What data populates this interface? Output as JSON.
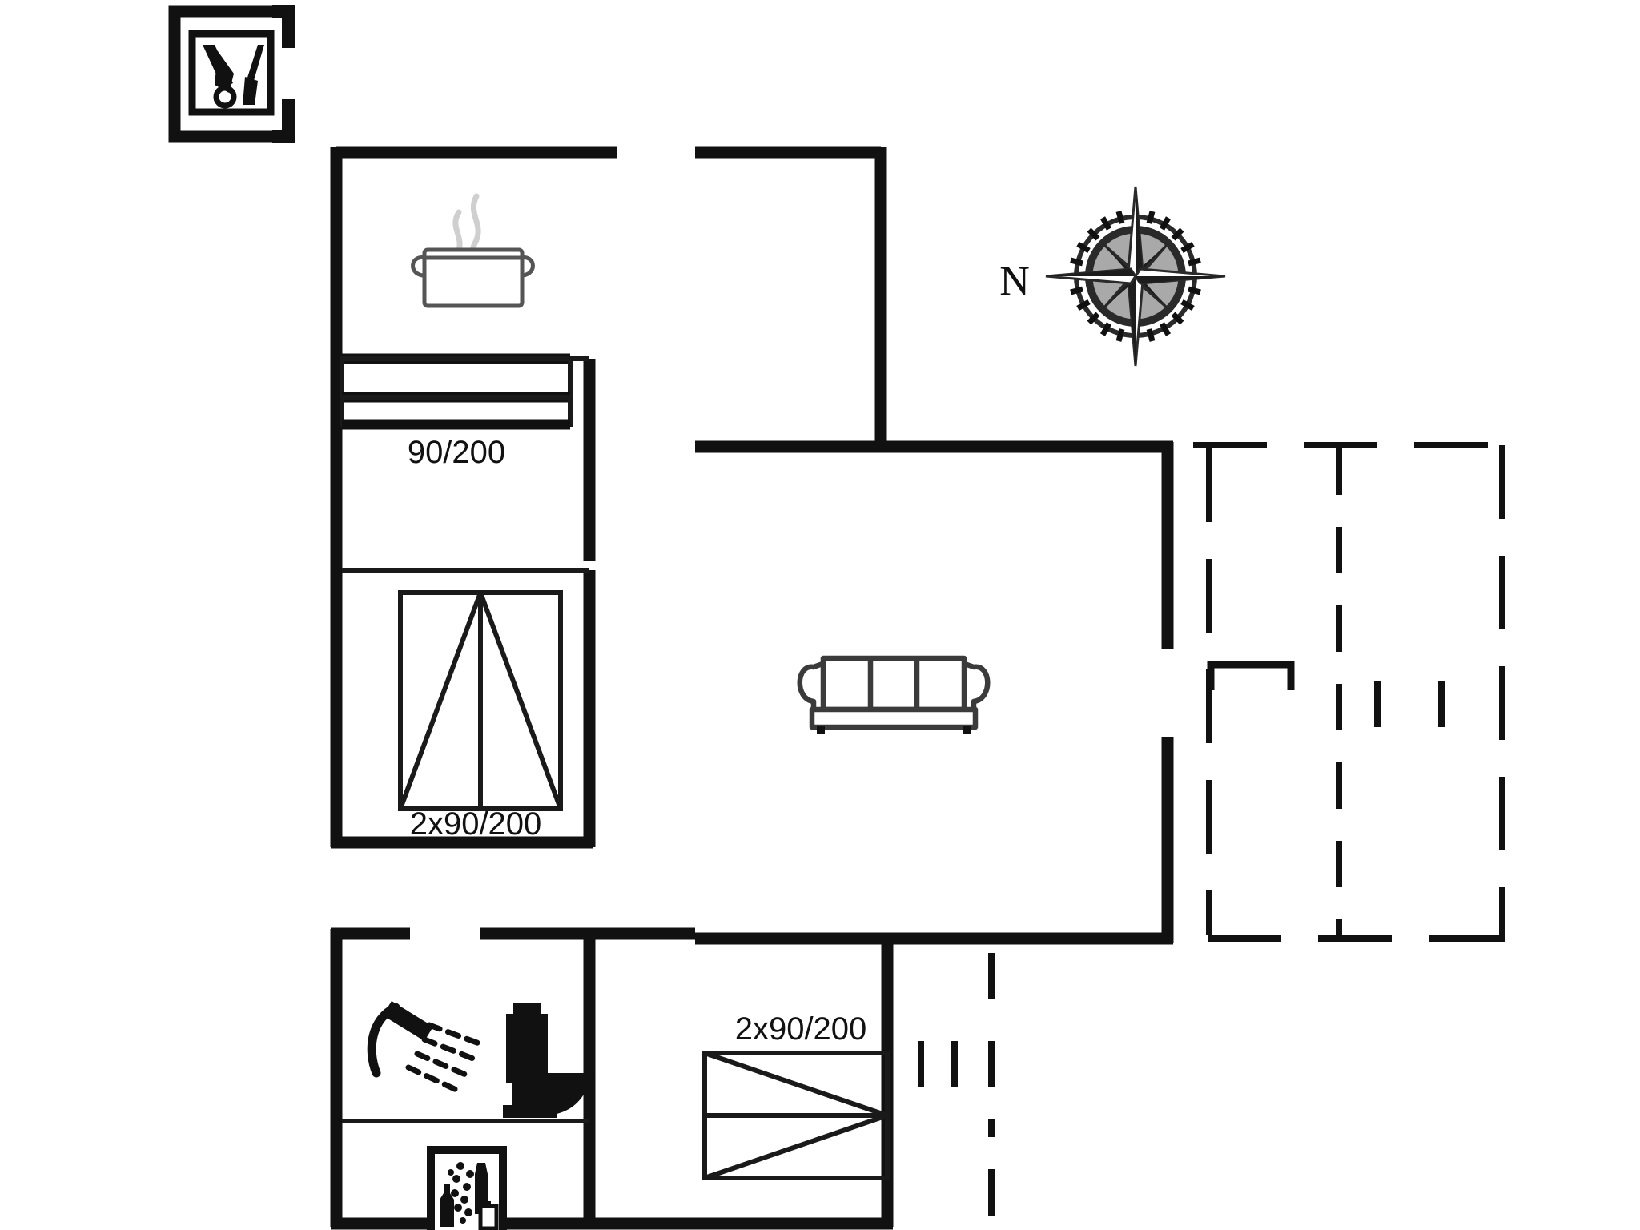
{
  "plan": {
    "title": "Holiday home floor plan",
    "background_color": "#ffffff",
    "wall_color": "#111111"
  },
  "compass": {
    "label": "N",
    "icon": "compass-rose-icon"
  },
  "legend_badge": {
    "icon": "garden-tools-icon",
    "description": "wheelbarrow and garden tools in bracket frame"
  },
  "rooms": [
    {
      "name": "kitchen",
      "icons": [
        {
          "icon": "cooking-pot-icon",
          "description": "pot with steam"
        }
      ]
    },
    {
      "name": "bedroom-single",
      "icons": [
        {
          "icon": "single-bed-icon",
          "description": "single bed plan symbol"
        }
      ],
      "label": "90/200"
    },
    {
      "name": "bedroom-bunk-upper",
      "icons": [
        {
          "icon": "bunk-bed-icon",
          "description": "bunk bed plan symbol, triangle up"
        }
      ],
      "label": "2x90/200"
    },
    {
      "name": "living-room",
      "icons": [
        {
          "icon": "sofa-icon",
          "description": "three seat sofa"
        }
      ]
    },
    {
      "name": "bathroom",
      "icons": [
        {
          "icon": "shower-icon",
          "description": "shower head with spray"
        },
        {
          "icon": "toilet-icon",
          "description": "toilet side view"
        }
      ]
    },
    {
      "name": "utility-room",
      "icons": [
        {
          "icon": "dishwasher-icon",
          "description": "framed dishes and bottles symbol"
        }
      ]
    },
    {
      "name": "bedroom-bunk-lower",
      "icons": [
        {
          "icon": "bunk-bed-icon",
          "description": "bunk bed plan symbol, triangle right"
        }
      ],
      "label": "2x90/200"
    },
    {
      "name": "terrace",
      "icons": [],
      "description": "dashed outline terrace area to the east"
    }
  ],
  "labels": {
    "single_bed": "90/200",
    "bunk_bed_upper": "2x90/200",
    "bunk_bed_lower": "2x90/200",
    "north": "N"
  }
}
